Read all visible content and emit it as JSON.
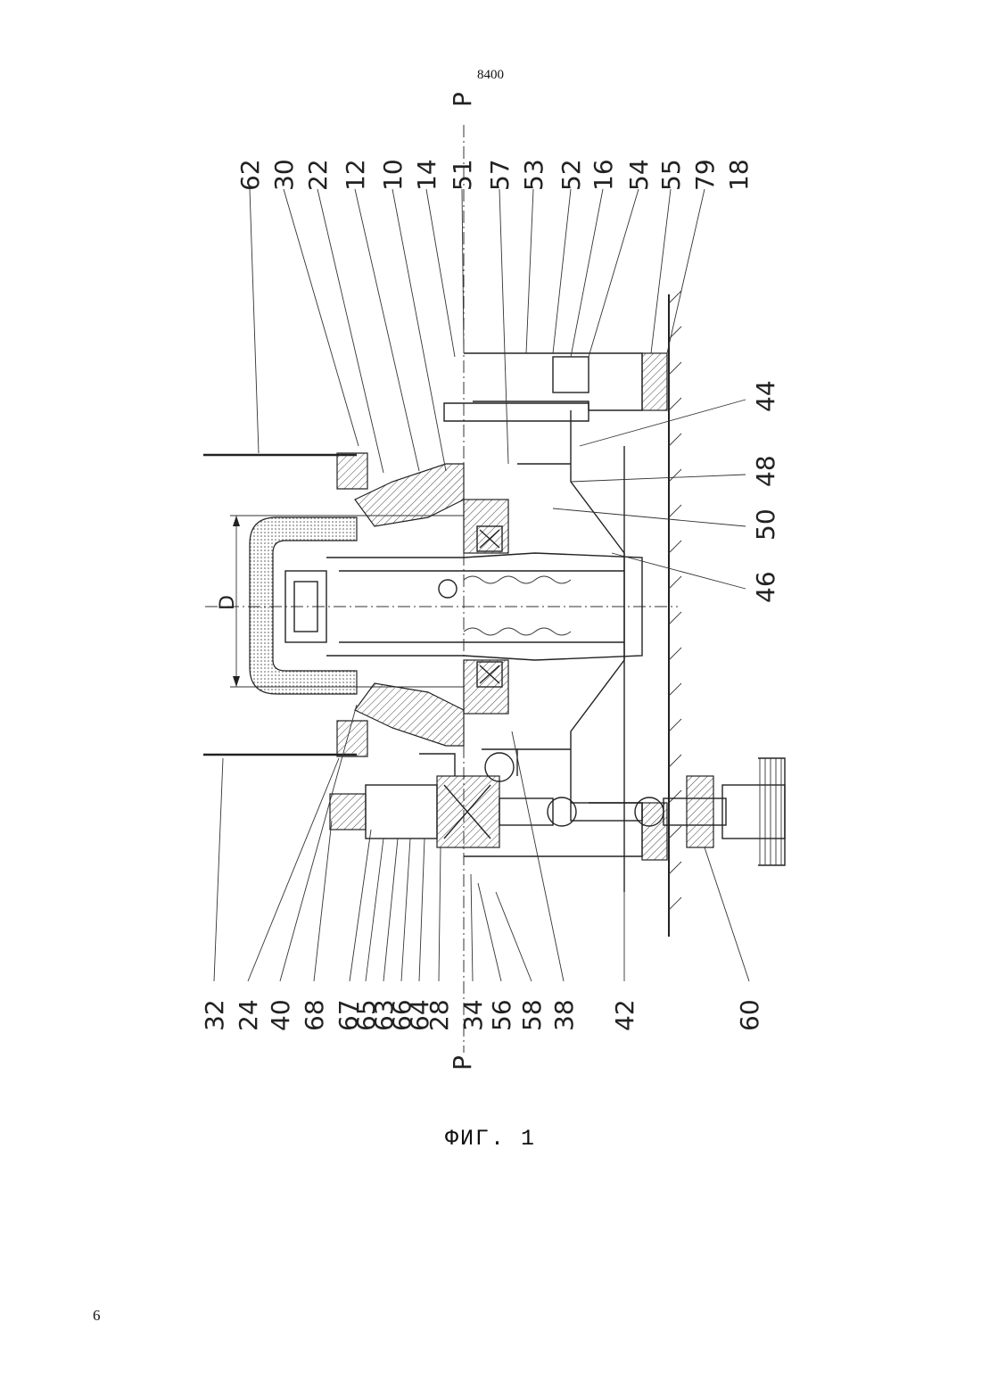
{
  "page": {
    "top_number": "8400",
    "bottom_number": "6",
    "caption": "ФИГ. 1"
  },
  "section_marks": {
    "top": "P",
    "bottom": "P"
  },
  "dimension": {
    "label": "D"
  },
  "labels_top": [
    "62",
    "30",
    "22",
    "12",
    "10",
    "14",
    "51",
    "57",
    "53",
    "52",
    "16",
    "54",
    "55",
    "79",
    "18"
  ],
  "labels_bottom": [
    "32",
    "24",
    "40",
    "68",
    "67",
    "65",
    "63",
    "66",
    "64",
    "28",
    "34",
    "56",
    "58",
    "38",
    "42",
    "60"
  ],
  "labels_right": [
    "44",
    "48",
    "50",
    "46"
  ]
}
